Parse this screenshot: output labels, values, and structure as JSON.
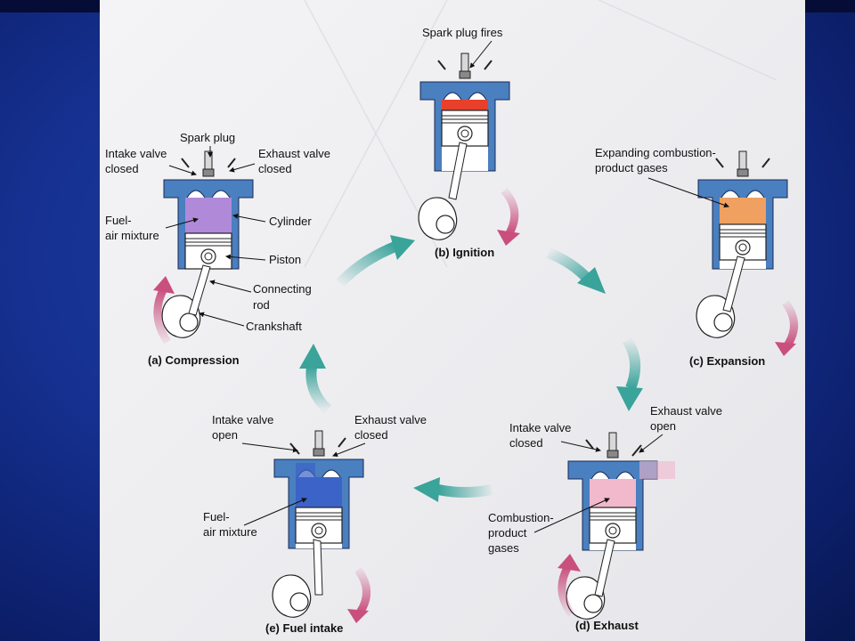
{
  "colors": {
    "slide_background": "#15308f",
    "page_background": "#efeff2",
    "cycle_arrow": "#3aa39a",
    "crank_arrow": "#c94f7c",
    "cylinder_wall": "#4a7fc0",
    "gas_compression": "#b08ad8",
    "gas_ignition": "#e8402a",
    "gas_expansion": "#f0a060",
    "gas_exhaust": "#f2b8cc",
    "gas_intake": "#3b63c8"
  },
  "diagrams": {
    "compression": {
      "caption": "(a) Compression",
      "labels": {
        "spark_plug": "Spark plug",
        "intake_valve_1": "Intake valve",
        "intake_valve_2": "closed",
        "exhaust_valve_1": "Exhaust valve",
        "exhaust_valve_2": "closed",
        "fuel_1": "Fuel-",
        "fuel_2": "air mixture",
        "cylinder": "Cylinder",
        "piston": "Piston",
        "rod_1": "Connecting",
        "rod_2": "rod",
        "crankshaft": "Crankshaft"
      }
    },
    "ignition": {
      "caption": "(b) Ignition",
      "labels": {
        "spark_fires": "Spark plug fires"
      }
    },
    "expansion": {
      "caption": "(c) Expansion",
      "labels": {
        "gases_1": "Expanding combustion-",
        "gases_2": "product gases"
      }
    },
    "exhaust": {
      "caption": "(d) Exhaust",
      "labels": {
        "intake_valve_1": "Intake valve",
        "intake_valve_2": "closed",
        "exhaust_valve_1": "Exhaust valve",
        "exhaust_valve_2": "open",
        "gases_1": "Combustion-",
        "gases_2": "product",
        "gases_3": "gases"
      }
    },
    "fuel_intake": {
      "caption": "(e) Fuel intake",
      "labels": {
        "intake_valve_1": "Intake valve",
        "intake_valve_2": "open",
        "exhaust_valve_1": "Exhaust valve",
        "exhaust_valve_2": "closed",
        "fuel_1": "Fuel-",
        "fuel_2": "air mixture"
      }
    }
  }
}
